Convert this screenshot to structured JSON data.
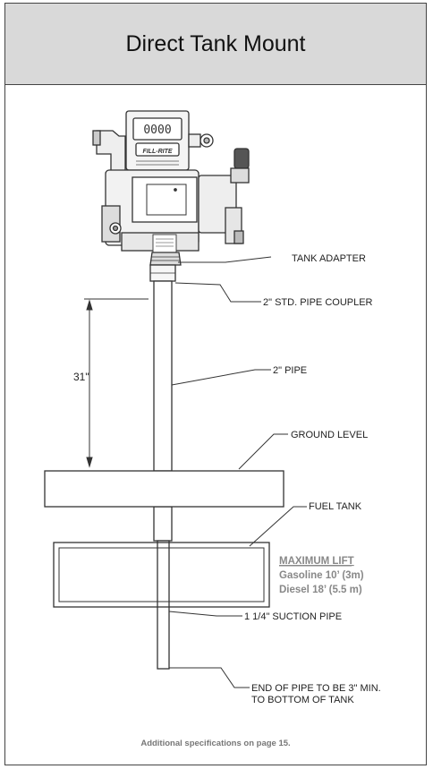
{
  "title": "Direct Tank Mount",
  "pump": {
    "brand": "FILL-RITE",
    "display": "0000"
  },
  "dimension": "31\"",
  "labels": {
    "tank_adapter": "TANK ADAPTER",
    "pipe_coupler": "2\" STD. PIPE COUPLER",
    "pipe": "2\" PIPE",
    "ground_level": "GROUND LEVEL",
    "fuel_tank": "FUEL TANK",
    "suction_pipe": "1 1/4\" SUCTION PIPE",
    "end_of_pipe_line1": "END OF PIPE TO BE 3\" MIN.",
    "end_of_pipe_line2": "TO BOTTOM OF TANK"
  },
  "max_lift": {
    "title": "MAXIMUM LIFT",
    "gasoline": "Gasoline 10’ (3m)",
    "diesel": "Diesel  18’ (5.5 m)"
  },
  "footer": "Additional specifications on page 15.",
  "colors": {
    "header_bg": "#d9d9d9",
    "line": "#333333",
    "lift_text": "#888888"
  }
}
